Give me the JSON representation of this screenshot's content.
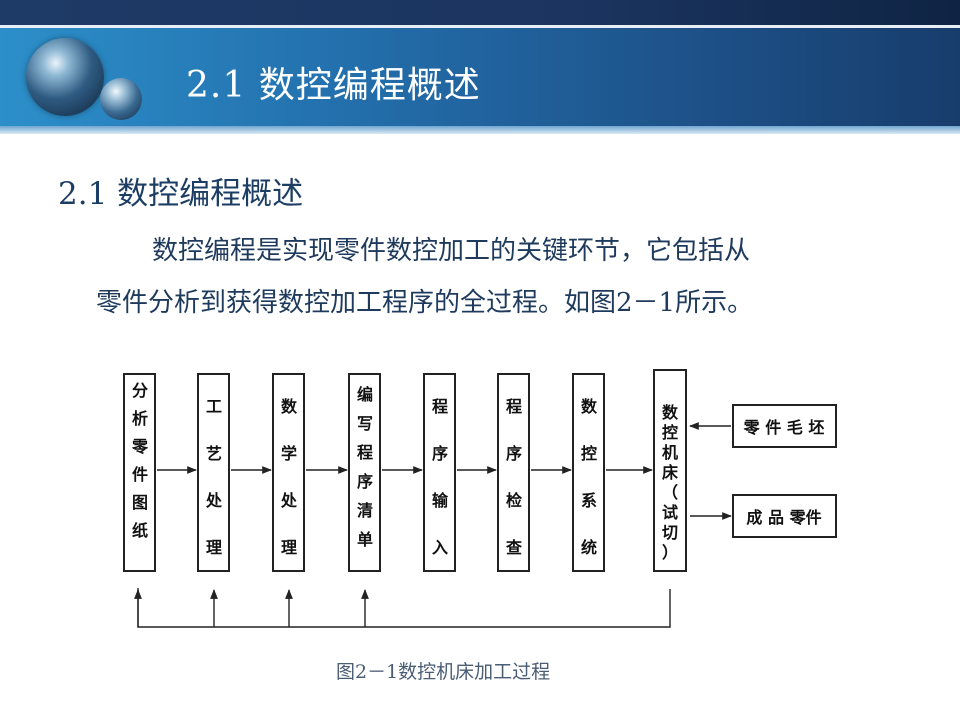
{
  "slide": {
    "banner_title": "2.1   数控编程概述",
    "heading": "2.1 数控编程概述",
    "paragraph_line1": "数控编程是实现零件数控加工的关键环节，它包括从",
    "paragraph_line2": "零件分析到获得数控加工程序的全过程。如图2－1所示。",
    "caption": "图2－1数控机床加工过程"
  },
  "diagram": {
    "steps": [
      {
        "label": "分析零件图纸"
      },
      {
        "label": "工艺处理"
      },
      {
        "label": "数学处理"
      },
      {
        "label": "编写程序清单"
      },
      {
        "label": "程序输入"
      },
      {
        "label": "程序检查"
      },
      {
        "label": "数控系统"
      },
      {
        "label": "数控机床（试切）"
      }
    ],
    "input_box": "零 件 毛 坯",
    "output_box": "成 品 零件"
  }
}
